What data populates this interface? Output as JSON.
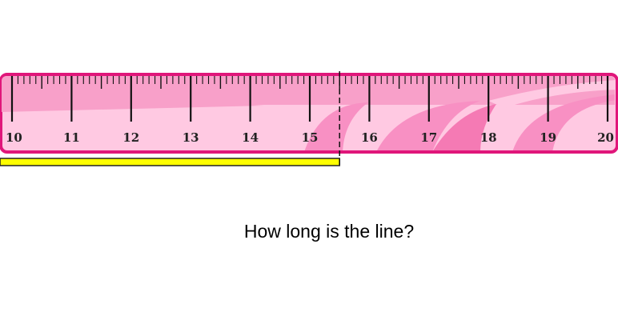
{
  "ruler": {
    "start": 10,
    "end": 20,
    "labels": [
      "10",
      "11",
      "12",
      "13",
      "14",
      "15",
      "16",
      "17",
      "18",
      "19",
      "20"
    ],
    "subdivisions_per_unit": 10,
    "colors": {
      "border": "#e0167a",
      "body_dark": "#f48cbf",
      "body_light": "#ffc9e2",
      "swoosh": "#f77db8"
    }
  },
  "line": {
    "start_value": 10,
    "end_value": 15.5,
    "color": "#ffff00",
    "outline_color": "#222222"
  },
  "marker": {
    "value": 15.5,
    "style": "dashed"
  },
  "question": {
    "text": "How long is the line?"
  }
}
